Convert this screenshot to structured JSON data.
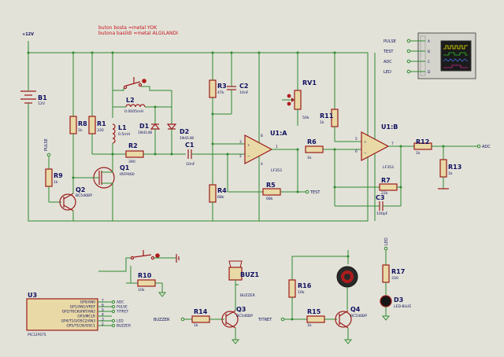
{
  "notes": {
    "line1": "buton bosta =metal YOK",
    "line2": "butona basildi =metal ALGILANDI"
  },
  "supply": "+12V",
  "components": {
    "B1": {
      "ref": "B1",
      "value": "12V"
    },
    "R1": {
      "ref": "R1",
      "value": "330"
    },
    "R2": {
      "ref": "R2",
      "value": "390"
    },
    "R3": {
      "ref": "R3",
      "value": "47k"
    },
    "R4": {
      "ref": "R4",
      "value": "68k"
    },
    "R5": {
      "ref": "R5",
      "value": "68k"
    },
    "R6": {
      "ref": "R6",
      "value": "1k"
    },
    "R7": {
      "ref": "R7",
      "value": "22k"
    },
    "R8": {
      "ref": "R8",
      "value": "1k"
    },
    "R9": {
      "ref": "R9",
      "value": "1k"
    },
    "R10": {
      "ref": "R10",
      "value": "10k"
    },
    "R11": {
      "ref": "R11",
      "value": "1k"
    },
    "R12": {
      "ref": "R12",
      "value": "1k"
    },
    "R13": {
      "ref": "R13",
      "value": "1k"
    },
    "R14": {
      "ref": "R14",
      "value": "1k"
    },
    "R15": {
      "ref": "R15",
      "value": "1k"
    },
    "R16": {
      "ref": "R16",
      "value": "10k"
    },
    "R17": {
      "ref": "R17",
      "value": "330"
    },
    "RV1": {
      "ref": "RV1",
      "value": "50k"
    },
    "C1": {
      "ref": "C1",
      "value": "10nF"
    },
    "C2": {
      "ref": "C2",
      "value": "10nF"
    },
    "C3": {
      "ref": "C3",
      "value": "100pF"
    },
    "L1": {
      "ref": "L1",
      "value": "0.5mH"
    },
    "L2": {
      "ref": "L2",
      "value": "0.0005mH"
    },
    "D1": {
      "ref": "D1",
      "value": "1N4148"
    },
    "D2": {
      "ref": "D2",
      "value": "1N4148"
    },
    "D3": {
      "ref": "D3",
      "value": "LED-BLUE"
    },
    "Q1": {
      "ref": "Q1",
      "value": "IRFP460"
    },
    "Q2": {
      "ref": "Q2",
      "value": "BC546BP"
    },
    "Q3": {
      "ref": "Q3",
      "value": "BC546BP"
    },
    "Q4": {
      "ref": "Q4",
      "value": "BC546BP"
    },
    "U1A": {
      "ref": "U1:A",
      "value": "LF353"
    },
    "U1B": {
      "ref": "U1:B",
      "value": "LF353"
    },
    "BUZ1": {
      "ref": "BUZ1",
      "value": "BUZZER"
    },
    "U3": {
      "ref": "U3",
      "value": "PIC12F675"
    }
  },
  "opamp_pins": {
    "a_plus": "3",
    "a_minus": "2",
    "a_out": "1",
    "b_plus": "5",
    "b_minus": "6",
    "b_out": "7",
    "v8": "8",
    "v4": "4"
  },
  "nets": {
    "pulse": "PULSE",
    "test": "TEST",
    "adc": "ADC",
    "led": "LED",
    "buzzer": "BUZZER",
    "titret": "TITRET"
  },
  "u3_pins": [
    {
      "name": "GP0/AN0",
      "num": "7",
      "net": "ADC"
    },
    {
      "name": "GP1/AN1/VREF",
      "num": "6",
      "net": "PULSE"
    },
    {
      "name": "GP2/T0CKI/INT/AN2",
      "num": "5",
      "net": "TITRET"
    },
    {
      "name": "GP3/MCLR",
      "num": "4",
      "net": ""
    },
    {
      "name": "GP4/T1G/OSC2/AN3",
      "num": "3",
      "net": "LED"
    },
    {
      "name": "GP5/T1CKI/OSC1",
      "num": "2",
      "net": "BUZZER"
    }
  ],
  "scope": {
    "channels": [
      {
        "net": "PULSE",
        "letter": "A",
        "color": "#e6e600"
      },
      {
        "net": "TEST",
        "letter": "B",
        "color": "#2fbf2f"
      },
      {
        "net": "ADC",
        "letter": "C",
        "color": "#3a6bd6"
      },
      {
        "net": "LED",
        "letter": "D",
        "color": "#d02b8f"
      }
    ]
  },
  "colors": {
    "wire": "#2f8a2f",
    "component": "#9b1a1a",
    "label": "#101060",
    "note": "#c8141e",
    "background": "#e2e2d8"
  }
}
